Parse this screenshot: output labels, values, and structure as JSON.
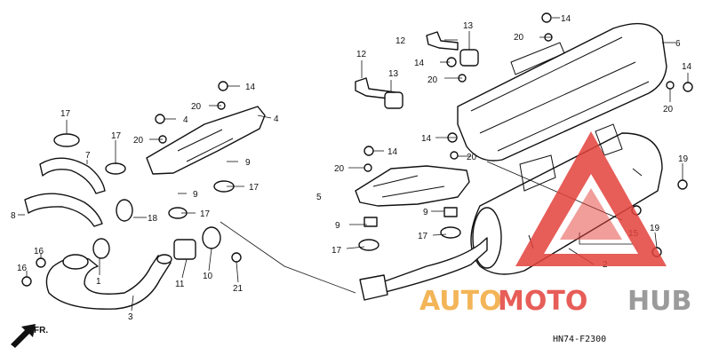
{
  "diagram": {
    "callouts": {
      "c1": "1",
      "c2": "2",
      "c3": "3",
      "c4a": "4",
      "c4b": "4",
      "c5": "5",
      "c6": "6",
      "c7": "7",
      "c8": "8",
      "c9a": "9",
      "c9b": "9",
      "c9c": "9",
      "c9d": "9",
      "c10": "10",
      "c11": "11",
      "c12a": "12",
      "c12b": "12",
      "c13a": "13",
      "c13b": "13",
      "c14a": "14",
      "c14b": "14",
      "c14c": "14",
      "c14d": "14",
      "c14e": "14",
      "c14f": "14",
      "c15": "15",
      "c16a": "16",
      "c16b": "16",
      "c17a": "17",
      "c17b": "17",
      "c17c": "17",
      "c17d": "17",
      "c17e": "17",
      "c17f": "17",
      "c18": "18",
      "c19a": "19",
      "c19b": "19",
      "c20a": "20",
      "c20b": "20",
      "c20c": "20",
      "c20d": "20",
      "c20e": "20",
      "c20f": "20",
      "c20g": "20",
      "c21": "21"
    },
    "front_indicator": "FR.",
    "drawing_code": "HN74-F2300"
  },
  "watermark": {
    "word_auto": "AUTO",
    "word_moto": "MOTO",
    "word_hub": "HUB",
    "colors": {
      "orange": "#f2a93b",
      "red": "#e3413b",
      "gray": "#8a8a8a"
    }
  }
}
